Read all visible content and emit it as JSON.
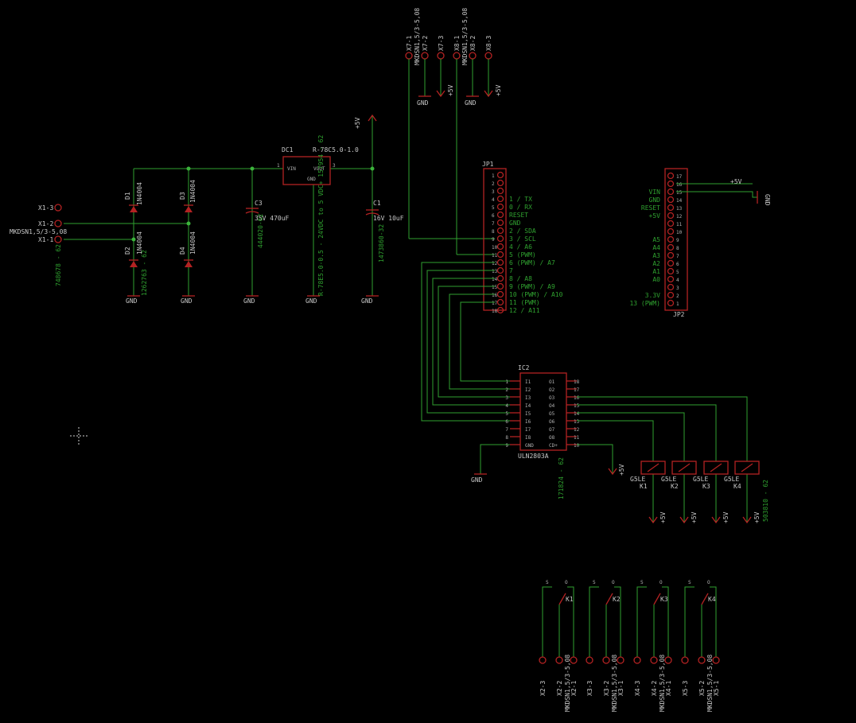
{
  "labels": {
    "dc1_name": "DC1",
    "dc1_value": "R-78C5.0-1.0",
    "dc1_vin": "VIN",
    "dc1_vout": "VOUT",
    "dc1_gnd": "GND",
    "dc1_pin1": "1",
    "dc1_pin3": "3",
    "dc1_order": "R-78E5.0-0.5 - 24VDC to 5 VDC+ 157954 - 62",
    "c3_name": "C3",
    "c3_value": "35V 470uF",
    "c3_order": "444020-62",
    "c1_name": "C1",
    "c1_value": "16V 10uF",
    "c1_order": "1473860-32",
    "d1": "D1",
    "d2": "D2",
    "d3": "D3",
    "d4": "D4",
    "diode_value": "1N4004",
    "d_order": "1262763 - 62",
    "x1_1": "X1-1",
    "x1_2": "X1-2",
    "x1_3": "X1-3",
    "x1_value": "MKDSN1,5/3-5,08",
    "x1_order": "748678 - 62",
    "x7_1": "X7-1",
    "x7_2": "X7-2",
    "x7_3": "X7-3",
    "x8_1": "X8-1",
    "x8_2": "X8-2",
    "x8_3": "X8-3",
    "x_value": "MKDSN1,5/3-5,08",
    "jp1": "JP1",
    "jp2": "JP2",
    "ic2_name": "IC2",
    "ic2_value": "ULN2803A",
    "ic2_order": "171824 - 62",
    "relay_value": "G5LE",
    "relay_order": "503810 - 62",
    "gnd": "GND",
    "vcc": "+5V"
  },
  "jp1_pins": [
    "1",
    "2",
    "3",
    "4",
    "5",
    "6",
    "7",
    "8",
    "9",
    "10",
    "11",
    "12",
    "13",
    "14",
    "15",
    "16",
    "17",
    "18"
  ],
  "jp1_signals": [
    "1 / TX",
    "0 / RX",
    "RESET",
    "GND",
    "2 / SDA",
    "3 / SCL",
    "4 / A6",
    "5 (PWM)",
    "6 (PWM) / A7",
    "7",
    "8 / A8",
    "9 (PWM) / A9",
    "10 (PWM) / A10",
    "11 (PWM)",
    "12 / A11"
  ],
  "jp2_pins": [
    "17",
    "16",
    "15",
    "14",
    "13",
    "12",
    "11",
    "10",
    "9",
    "8",
    "7",
    "6",
    "5",
    "4",
    "3",
    "2",
    "1"
  ],
  "jp2_signals": [
    "VIN",
    "GND",
    "RESET",
    "+5V",
    "A5",
    "A4",
    "A3",
    "A2",
    "A1",
    "A0",
    "3.3V",
    "13 (PWM)"
  ],
  "ic2_left_pins": [
    "1",
    "2",
    "3",
    "4",
    "5",
    "6",
    "7",
    "8",
    "9"
  ],
  "ic2_right_pins": [
    "18",
    "17",
    "16",
    "15",
    "14",
    "13",
    "12",
    "11",
    "10"
  ],
  "ic2_inputs": [
    "I1",
    "I2",
    "I3",
    "I4",
    "I5",
    "I6",
    "I7",
    "I8",
    "GND"
  ],
  "ic2_outputs": [
    "O1",
    "O2",
    "O3",
    "O4",
    "O5",
    "O6",
    "O7",
    "O8",
    "CD+"
  ],
  "relays": [
    "K1",
    "K2",
    "K3",
    "K4"
  ],
  "contacts": [
    "S",
    "O"
  ],
  "out_terminals": [
    [
      "X2-3",
      "X2-2",
      "X2-1"
    ],
    [
      "X3-3",
      "X3-2",
      "X3-1"
    ],
    [
      "X4-3",
      "X4-2",
      "X4-1"
    ],
    [
      "X5-3",
      "X5-2",
      "X5-1"
    ]
  ]
}
